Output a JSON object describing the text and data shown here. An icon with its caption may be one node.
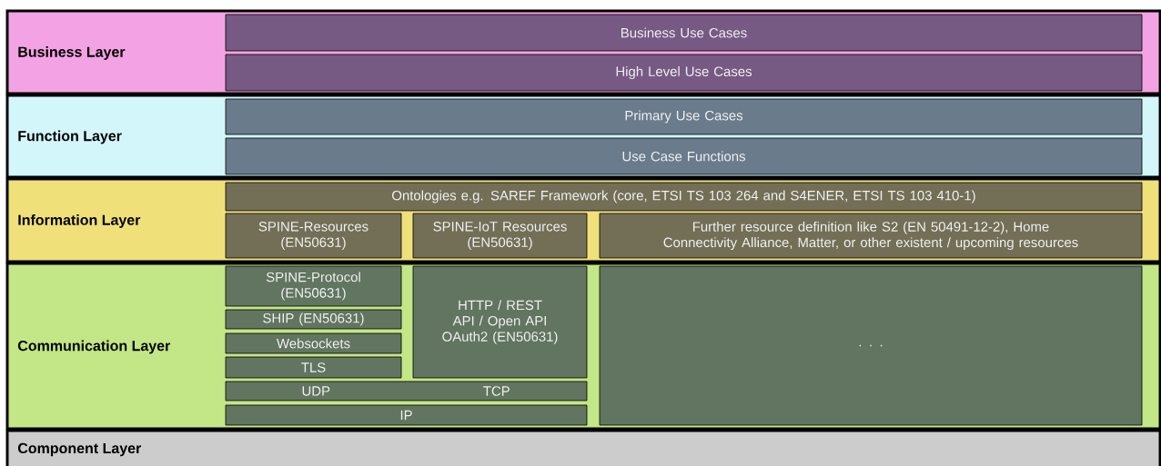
{
  "diagram": {
    "nodes": [
      {
        "text": [
          "Business Layer"
        ]
      },
      {
        "text": [
          "Business Use Cases"
        ],
        "in": 0
      },
      {
        "text": [
          "High Level Use Cases"
        ],
        "in": 0
      },
      {
        "text": [
          "Function Layer"
        ]
      },
      {
        "text": [
          "Primary Use Cases"
        ],
        "in": 3
      },
      {
        "text": [
          "Use Case Functions"
        ],
        "in": 3
      },
      {
        "text": [
          "Information Layer"
        ]
      },
      {
        "text": [
          "Ontologies e.g. SAREF Framework (core, ETSI TS 103 264 and S4ENER, ETSI TS 103 410-1)"
        ],
        "in": 6
      },
      {
        "text": [
          "SPINE-Resources (EN50631)"
        ],
        "in": 6
      },
      {
        "text": [
          "SPINE-IoT Resources (EN50631)"
        ],
        "in": 6
      },
      {
        "text": [
          "Further resource definition like S2 (EN 50491-12-2), Home Connectivity Alliance, Matter, or other existent / upcoming resources"
        ],
        "in": 6
      },
      {
        "text": [
          "Communication Layer"
        ]
      },
      {
        "text": [
          "SPINE-Protocol (EN50631)"
        ],
        "in": 11
      },
      {
        "text": [
          "SHIP (EN50631)"
        ],
        "in": 11
      },
      {
        "text": [
          "Websockets"
        ],
        "in": 11
      },
      {
        "text": [
          "TLS"
        ],
        "in": 11
      },
      {
        "text": [
          "HTTP / REST API / Open API OAuth2 (EN50631)"
        ],
        "in": 11
      },
      {
        "text": [
          "UDP",
          "TCP"
        ],
        "in": 11
      },
      {
        "text": [
          "IP"
        ],
        "in": 11
      },
      {
        "text": [
          ". . ."
        ],
        "in": 11
      },
      {
        "text": [
          "Component Layer"
        ]
      }
    ]
  }
}
